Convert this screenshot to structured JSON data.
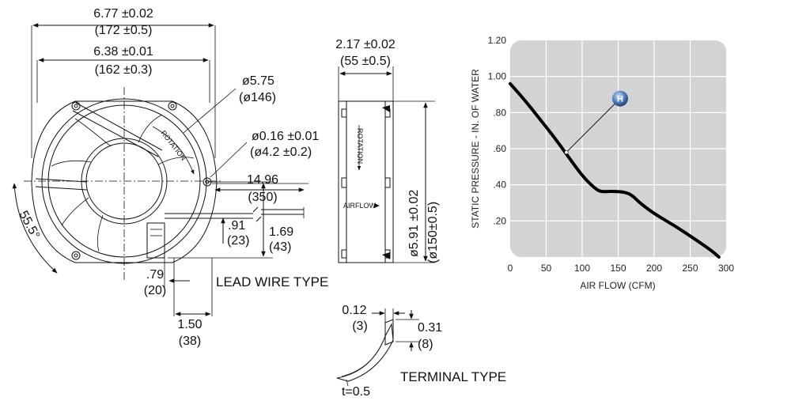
{
  "front_view": {
    "overall_width": "6.77 ±0.02",
    "overall_width_mm": "(172 ±0.5)",
    "hole_spacing": "6.38 ±0.01",
    "hole_spacing_mm": "(162 ±0.3)",
    "diameter": "ø5.75",
    "diameter_mm": "(ø146)",
    "hole_dia": "ø0.16 ±0.01",
    "hole_dia_mm": "(ø4.2 ±0.2)",
    "rotation_label": "ROTATION",
    "angle": "55.5°",
    "lead_length": "14.96",
    "lead_length_mm": "(350)",
    "lead_offset_a": ".91",
    "lead_offset_a_mm": "(23)",
    "lead_offset_b": "1.69",
    "lead_offset_b_mm": "(43)",
    "lead_x": ".79",
    "lead_x_mm": "(20)",
    "lead_width": "1.50",
    "lead_width_mm": "(38)",
    "lead_wire_type": "LEAD WIRE TYPE"
  },
  "side_view": {
    "depth": "2.17 ±0.02",
    "depth_mm": "(55 ±0.5)",
    "height": "ø5.91 ±0.02",
    "height_mm": "(ø150±0.5)",
    "rotation_label": "ROTATION",
    "airflow_label": "AIRFLOW"
  },
  "terminal": {
    "tab_width": "0.12",
    "tab_width_mm": "(3)",
    "tab_height": "0.31",
    "tab_height_mm": "(8)",
    "thickness": "t=0.5",
    "label": "TERMINAL TYPE"
  },
  "colors": {
    "plot_bg": "#d3d3d3",
    "grid": "#ffffff",
    "curve": "#000000",
    "marker": "#3c6fb4"
  },
  "chart_data": {
    "type": "line",
    "xlabel": "AIR FLOW (CFM)",
    "ylabel": "STATIC PRESSURE - IN. OF WATER",
    "xlim": [
      0,
      300
    ],
    "ylim": [
      0,
      1.2
    ],
    "x_ticks": [
      "0",
      "50",
      "100",
      "150",
      "200",
      "250",
      "300"
    ],
    "y_ticks": [
      "",
      ".20",
      ".40",
      ".60",
      ".80",
      "1.00",
      "1.20"
    ],
    "grid": true,
    "series": [
      {
        "x": [
          0,
          20,
          40,
          60,
          80,
          100,
          115,
          125,
          140,
          160,
          170,
          180,
          200,
          230,
          260,
          280,
          290
        ],
        "y": [
          0.96,
          0.87,
          0.77,
          0.67,
          0.56,
          0.45,
          0.39,
          0.36,
          0.365,
          0.36,
          0.34,
          0.3,
          0.24,
          0.17,
          0.09,
          0.035,
          0.0
        ]
      }
    ],
    "annotation": {
      "label": "H",
      "x": 78,
      "y": 0.58
    }
  }
}
